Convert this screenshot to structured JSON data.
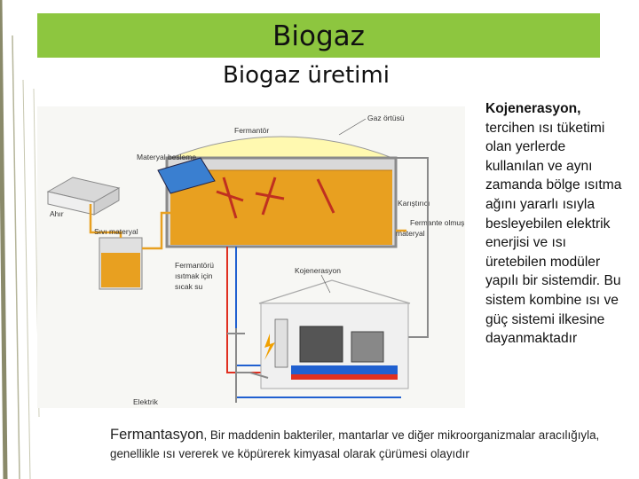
{
  "slide": {
    "title": "Biogaz",
    "subtitle": "Biogaz üretimi"
  },
  "diagram": {
    "labels": {
      "gas_cover": "Gaz örtüsü",
      "fermenter": "Fermantör",
      "feed": "Materyal besleme",
      "barn": "Ahır",
      "liquid": "Sıvı materyal",
      "mixer": "Karıştırıcı",
      "fermented_1": "Fermante olmuş",
      "fermented_2": "materyal",
      "heat_1": "Fermantörü",
      "heat_2": "ısıtmak için",
      "heat_3": "sıcak su",
      "cogen": "Kojenerasyon",
      "electric": "Elektrik"
    },
    "colors": {
      "gas_dome": "#fff9b0",
      "slurry": "#e8a020",
      "hot_pipe": "#e03020",
      "cold_pipe": "#2060d0",
      "wall": "#a0a0a0"
    }
  },
  "side": {
    "lead": "Kojenerasyon,",
    "body": "tercihen ısı tüketimi olan yerlerde kullanılan ve aynı zamanda bölge ısıtma ağını yararlı ısıyla besleyebilen elektrik enerjisi ve ısı üretebilen modüler yapılı bir sistemdir. Bu sistem kombine ısı ve güç sistemi ilkesine dayanmaktadır"
  },
  "bottom": {
    "term": "Fermantasyon",
    "definition": ", Bir maddenin bakteriler, mantarlar ve diğer mikroorganizmalar aracılığıyla, genellikle ısı vererek ve köpürerek kimyasal olarak çürümesi olayıdır"
  }
}
